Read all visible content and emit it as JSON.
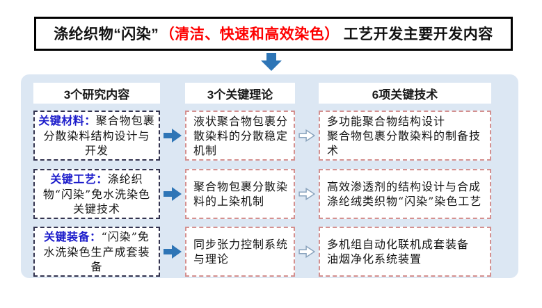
{
  "title": {
    "part1": "涤纶织物“闪染”",
    "part2_red": "（清洁、快速和高效染色）",
    "part3": "工艺开发主要开发内容"
  },
  "columns": {
    "headers": [
      "3个研究内容",
      "3个关键理论",
      "6项关键技术"
    ]
  },
  "rows": [
    {
      "research_label": "关键材料：",
      "research_text": "聚合物包裹分散染料结构设计与开发",
      "theory": "液状聚合物包裹分散染料的分散稳定机制",
      "technology": "多功能聚合物结构设计\n聚合物包裹分散染料的制备技术"
    },
    {
      "research_label": "关键工艺：",
      "research_text": "涤纶织物“闪染”免水洗染色关键技术",
      "theory": "聚合物包裹分散染料的上染机制",
      "technology": "高效渗透剂的结构设计与合成\n涤纶绒类织物“闪染”染色工艺"
    },
    {
      "research_label": "关键装备：",
      "research_text": "“闪染”免水洗染色生产成套装备",
      "theory": "同步张力控制系统与理论",
      "technology": "多机组自动化联机成套装备\n油烟净化系统装置"
    }
  ],
  "icons": {
    "down_arrow": "down-arrow",
    "solid_right_arrow": "right-arrow-solid",
    "outline_right_arrow": "right-arrow-outline"
  },
  "colors": {
    "title_red": "#fe0000",
    "key_label_blue": "#1c1ccb",
    "arrow_blue": "#2e75b6",
    "panel_background": "#dce7f3",
    "dark_dashed_border": "#32324e",
    "red_dashed_border": "#d4908f"
  }
}
